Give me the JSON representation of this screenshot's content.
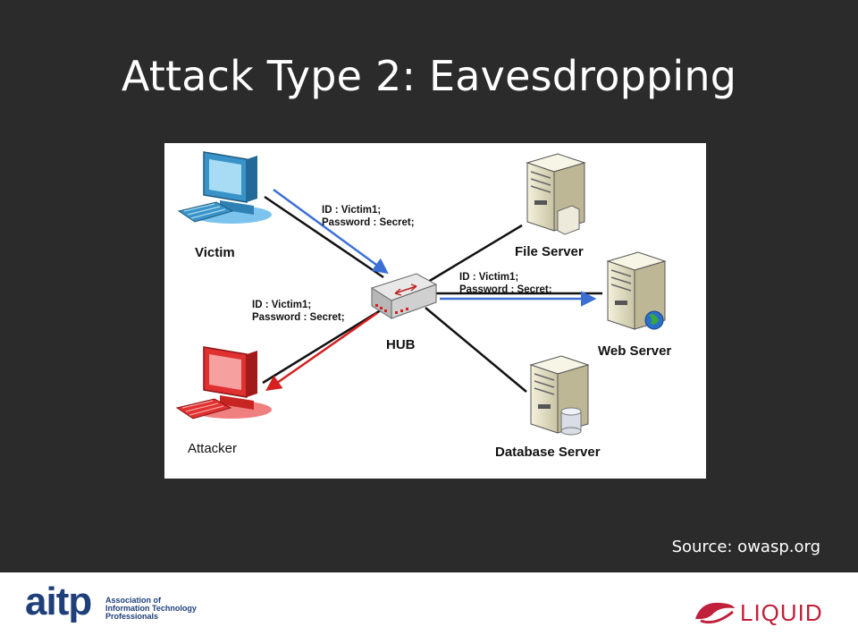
{
  "slide": {
    "title": "Attack Type 2: Eavesdropping",
    "source": "Source: owasp.org"
  },
  "diagram": {
    "nodes": {
      "victim": "Victim",
      "attacker": "Attacker",
      "hub": "HUB",
      "file_server": "File Server",
      "web_server": "Web Server",
      "database_server": "Database Server"
    },
    "messages": {
      "victim_to_hub": [
        "ID : Victim1;",
        "Password : Secret;"
      ],
      "hub_to_attacker": [
        "ID : Victim1;",
        "Password : Secret;"
      ],
      "hub_to_web": [
        "ID : Victim1;",
        "Password : Secret;"
      ]
    },
    "colors": {
      "victim_flow": "#3b6fd6",
      "attacker_flow": "#d42020",
      "link": "#111111"
    }
  },
  "footer": {
    "aitp_logo": {
      "word": "aitp",
      "lines": [
        "Association of",
        "Information Technology",
        "Professionals"
      ]
    },
    "liquid_logo": {
      "word": "LIQUID"
    }
  }
}
